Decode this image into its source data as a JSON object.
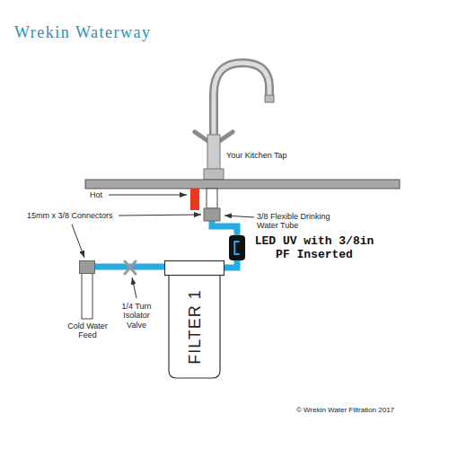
{
  "diagram": {
    "title": "Wrekin Waterway",
    "nodes": [
      {
        "text": [
          "LED UV with 3/8in PF Inserted"
        ]
      },
      {
        "text": [
          "Cold Water Feed"
        ]
      },
      {
        "text": [
          "FILTER 1"
        ]
      }
    ],
    "edges": [
      {
        "from": 1,
        "to": 2,
        "arrow": "none"
      },
      {
        "from": 2,
        "to": 0,
        "arrow": "none"
      }
    ],
    "labels": [
      "Your Kitchen Tap",
      "Hot",
      "15mm x 3/8 Connectors",
      "3/8 Flexible Drinking Water Tube",
      "1/4 Turn Isolator Valve",
      "© Wrekin Water Filtration 2017"
    ]
  }
}
